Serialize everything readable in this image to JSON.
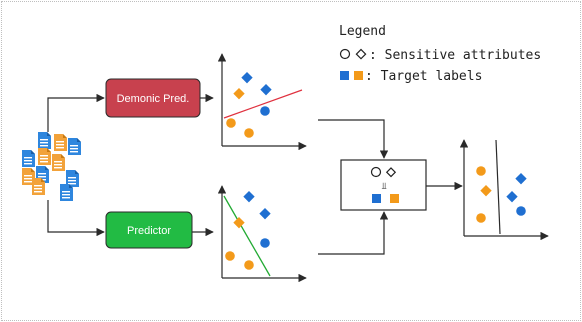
{
  "legend": {
    "title": "Legend",
    "sensitive_label": ": Sensitive attributes",
    "target_label": ": Target labels"
  },
  "boxes": {
    "demonic": {
      "label": "Demonic Pred.",
      "color": "#c8414e"
    },
    "predictor": {
      "label": "Predictor",
      "color": "#22bb44"
    }
  },
  "independence_symbol": "⫫",
  "colors": {
    "orange": "#f39a1a",
    "blue": "#1f6fd1",
    "demonic_line": "#e0313f",
    "predictor_line": "#22aa33",
    "document_orange": "#f2a23a",
    "document_blue": "#2e86de"
  },
  "icons": [
    "document-stack-icon",
    "circle-icon",
    "diamond-icon",
    "square-icon"
  ]
}
